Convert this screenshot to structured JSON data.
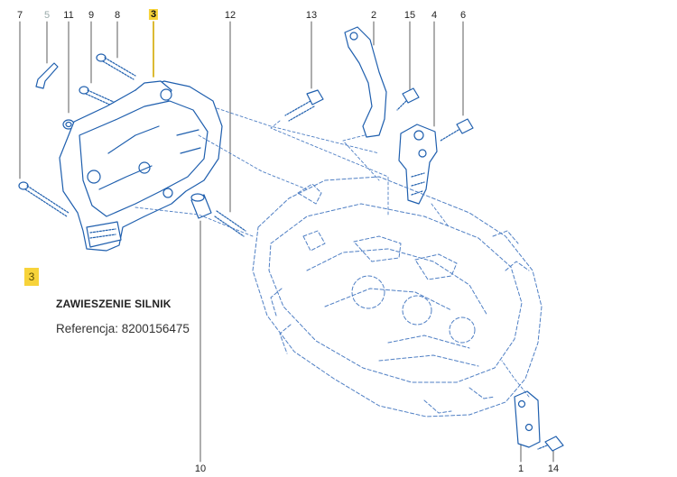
{
  "callouts": {
    "c7": "7",
    "c5": "5",
    "c11": "11",
    "c9": "9",
    "c8": "8",
    "c3": "3",
    "c12": "12",
    "c13": "13",
    "c2": "2",
    "c15": "15",
    "c4": "4",
    "c6": "6",
    "c10": "10",
    "c1": "1",
    "c14": "14"
  },
  "selected": {
    "badge": "3",
    "title": "ZAWIESZENIE SILNIK",
    "reference": "Referencja: 8200156475"
  },
  "colors": {
    "line": "#1f5fae",
    "dash": "#4f7fc4",
    "highlight": "#f7d33a"
  }
}
